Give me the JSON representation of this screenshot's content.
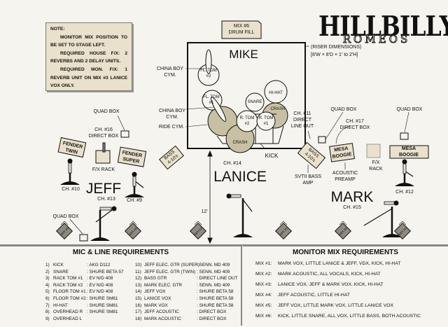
{
  "logo": {
    "line1": "HILLBILLY",
    "line2": "ROMEOS"
  },
  "note": {
    "title": "NOTE:",
    "p1": "MONITOR MIX POSITION TO BE SET TO STAGE LEFT.",
    "p2": "REQUIRED HOUSE F/X: 2 REVERBS AND 2 DELAY UNITS.",
    "p3": "REQUIRED MON. F/X: 1 REVERB UNIT ON MIX #3 LANICE VOX ONLY."
  },
  "riser": {
    "drum_fill_line1": "MIX #6",
    "drum_fill_line2": "DRUM FILL",
    "drummer": "MIKE",
    "dims_line1": "(RISER DIMENSIONS)",
    "dims_line2": "[8'W × 8'D × 1' to 2'H]",
    "china1_l1": "CHINA BOY",
    "china1_l2": "CYM.",
    "china2_l1": "CHINA BOY",
    "china2_l2": "CYM.",
    "ride": "RIDE CYM.",
    "kick": "KICK",
    "drums": {
      "fl_tom2_a": "FL.",
      "fl_tom2_b": "TOM",
      "fl_tom2_c": "#2",
      "fl_tom1_a": "FL. TOM",
      "fl_tom1_b": "#1",
      "snare": "SNARE",
      "hihat": "HI-HAT",
      "crash_r": "CRASH",
      "r_tom1_a": "R. TOM",
      "r_tom1_b": "#1",
      "r_tom2_a": "R. TOM",
      "r_tom2_b": "#2",
      "crash_b": "CRASH"
    }
  },
  "jeff": {
    "name": "JEFF",
    "ch": "CH. #13",
    "quad_top": "QUAD BOX",
    "di_l1": "CH. #16",
    "di_l2": "DIRECT BOX",
    "fx_rack": "F/X RACK",
    "amp1_l1": "FENDER",
    "amp1_l2": "TWIN",
    "amp2_l1": "FENDER",
    "amp2_l2": "SUPER",
    "mic_ch10": "CH. #10",
    "mic_ch9": "CH. #9",
    "quad_bottom": "QUAD BOX"
  },
  "bass_cab_left": {
    "l1": "BASS",
    "l2": "4-10's"
  },
  "lanice": {
    "name": "LANICE",
    "ch": "CH. #14",
    "distance": "12'"
  },
  "mark": {
    "name": "MARK",
    "ch": "CH. #15",
    "di11_l1": "CH. #11",
    "di11_l2": "DIRECT",
    "di11_l3": "LINE OUT",
    "quad1": "QUAD BOX",
    "quad2": "QUAD BOX",
    "di17_l1": "CH. #17",
    "di17_l2": "DIRECT BOX",
    "bass_l1": "BASS",
    "bass_l2": "4-10's",
    "svt_l1": "SVTII BASS",
    "svt_l2": "AMP",
    "mesa1_l1": "MESA",
    "mesa1_l2": "BOOGIE",
    "preamp_l1": "ACOUSTIC",
    "preamp_l2": "PREAMP",
    "fx_l1": "F/X",
    "fx_l2": "RACK",
    "mesa2_l1": "MESA",
    "mesa2_l2": "BOOGIE",
    "mic_ch12": "CH. #12"
  },
  "wedges": [
    "MIX #5",
    "MIX #4",
    "MIX #3",
    "MIX #1",
    "MIX #2",
    "MIX #1"
  ],
  "mic_line": {
    "title": "MIC & LINE REQUIREMENTS",
    "rows": [
      {
        "n": "1)",
        "src": "KICK",
        "mic": ": AKG D112"
      },
      {
        "n": "2)",
        "src": "SNARE",
        "mic": ": SHURE BETA 57"
      },
      {
        "n": "3)",
        "src": "RACK TOM #1",
        "mic": ": EV N/D 408"
      },
      {
        "n": "4)",
        "src": "RACK TOM #2",
        "mic": ": EV N/D 408"
      },
      {
        "n": "5)",
        "src": "FLOOR TOM #1",
        "mic": ": EV N/D 408"
      },
      {
        "n": "6)",
        "src": "FLOOR TOM #2",
        "mic": ": SHURE SM81"
      },
      {
        "n": "7)",
        "src": "HI-HAT",
        "mic": ": SHURE SM81"
      },
      {
        "n": "8)",
        "src": "OVERHEAD R",
        "mic": ": SHURE SM81"
      },
      {
        "n": "9)",
        "src": "OVERHEAD L",
        "mic": ""
      },
      {
        "n": "10)",
        "src": "JEFF ELEC. GTR (SUPER)",
        "mic": ": SENN. MD 409"
      },
      {
        "n": "11)",
        "src": "JEFF ELEC. GTR (TWIN)",
        "mic": ": SENN. MD 409"
      },
      {
        "n": "12)",
        "src": "BASS GTR",
        "mic": ": DIRECT LINE OUT"
      },
      {
        "n": "13)",
        "src": "MARK ELEC. GTR",
        "mic": ": SENN. MD 409"
      },
      {
        "n": "14)",
        "src": "JEFF VOX",
        "mic": ": SHURE BETA 58"
      },
      {
        "n": "15)",
        "src": "LANICE VOX",
        "mic": ": SHURE BETA 58"
      },
      {
        "n": "16)",
        "src": "MARK VOX",
        "mic": ": SHURE BETA 58"
      },
      {
        "n": "17)",
        "src": "JEFF ACOUSTIC",
        "mic": ": DIRECT BOX"
      },
      {
        "n": "18)",
        "src": "MARK ACOUSTIC",
        "mic": ": DIRECT BOX"
      }
    ]
  },
  "monitor_mix": {
    "title": "MONITOR MIX REQUIREMENTS",
    "rows": [
      {
        "mix": "MIX #1:",
        "desc": "MARK VOX, LITTLE LANICE & JEFF, VDX, KICK, HI-HAT"
      },
      {
        "mix": "MIX #2:",
        "desc": "MARK ACOUSTIC, ALL VOCALS, KICK, HI-HAT"
      },
      {
        "mix": "MIX #3:",
        "desc": "LANICE VOX, JEFF & MARK VOX, KICK, HI-HAT"
      },
      {
        "mix": "MIX #4:",
        "desc": "JEFF ACOUSTIC, LITTLE HI-HAT"
      },
      {
        "mix": "MIX #5:",
        "desc": "JEFF VOX, LITTLE MARK VOX, LITTLE LANICE VOX"
      },
      {
        "mix": "MIX #6:",
        "desc": "KICK, LITTLE SNARE, ALL VOX, LITTLE BASS, BOTH ACOUSTIC"
      }
    ]
  },
  "colors": {
    "paper": "#f6f4ee",
    "beige": "#e9e1cb",
    "drum_shade": "#c8c0a2",
    "wedge": "#8f8a80"
  }
}
